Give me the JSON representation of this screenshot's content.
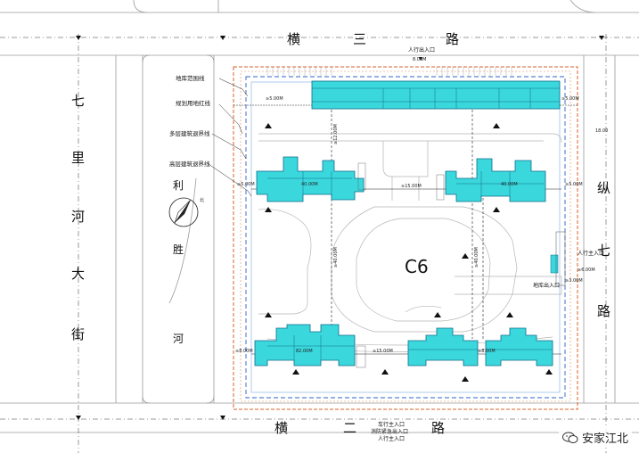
{
  "plot": {
    "name": "C6"
  },
  "roads": {
    "north": [
      "横",
      "三",
      "路"
    ],
    "south": [
      "横",
      "二",
      "路"
    ],
    "west": [
      "七",
      "里",
      "河",
      "大",
      "街"
    ],
    "east": [
      "纵",
      "七",
      "路"
    ],
    "west_inner": [
      "利",
      "胜",
      "河"
    ]
  },
  "legend": {
    "basement_range": "地库范围线",
    "planning_red_line": "规划用地红线",
    "multi_storey_setback": "多层建筑退界线",
    "high_rise_setback": "高层建筑退界线"
  },
  "entrances": {
    "north_pedestrian": "人行出入口",
    "east_pedestrian_main": "人行主入口",
    "east_basement": "地库出入口",
    "south_vehicle_main": "车行主入口",
    "south_fire": "消防紧急出入口",
    "south_pedestrian_main": "人行主入口"
  },
  "dimensions": {
    "north_6": "8.00M",
    "north_5a": "≥5.00M",
    "north_5b": "≥5.00M",
    "b1_width": "40.00M",
    "b2_width": "40.00M",
    "b3_width": "82.00M",
    "b4_width": "≥8.00M",
    "west_spacing": "≥5.00M",
    "mid_spacing": "≥15.00M",
    "south_spacing": "≥15.00M",
    "west_bottom": "≥8.00M",
    "vert_12": "≥12.00M",
    "vert_40a": "≥40.00M",
    "vert_40b": "≥40.00M",
    "east_18": "18.00",
    "east_3": "≥3.00M",
    "east_6": "≥6.00M",
    "east_5": "≥5.00M"
  },
  "watermark": {
    "text": "安家江北",
    "icon": "wechat-icon"
  },
  "compass": {
    "icon": "north-arrow-icon",
    "label": "北"
  }
}
